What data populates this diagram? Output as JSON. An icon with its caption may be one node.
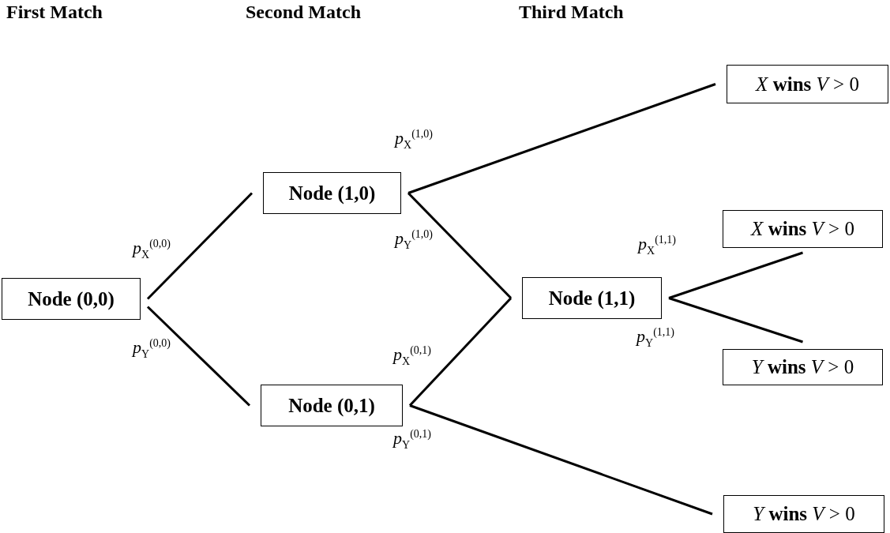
{
  "diagram": {
    "nodes": [
      {
        "text": [
          "Node (0,0)"
        ]
      },
      {
        "text": [
          "Node (1,0)"
        ]
      },
      {
        "text": [
          "Node (0,1)"
        ]
      },
      {
        "text": [
          "Node (1,1)"
        ]
      },
      {
        "text": [
          "*X* **wins** *V* > 0"
        ]
      },
      {
        "text": [
          "*X* **wins** *V* > 0"
        ]
      },
      {
        "text": [
          "*Y* **wins** *V* > 0"
        ]
      },
      {
        "text": [
          "*Y* **wins** *V* > 0"
        ]
      }
    ],
    "edges": [
      {
        "from": 0,
        "to": 1,
        "arrow": "none",
        "label": "*p*$_{X}$$^{(0,0)}$"
      },
      {
        "from": 0,
        "to": 2,
        "arrow": "none",
        "label": "*p*$_{Y}$$^{(0,0)}$"
      },
      {
        "from": 1,
        "to": 4,
        "arrow": "none",
        "label": "*p*$_{X}$$^{(1,0)}$"
      },
      {
        "from": 1,
        "to": 3,
        "arrow": "none",
        "label": "*p*$_{Y}$$^{(1,0)}$"
      },
      {
        "from": 2,
        "to": 3,
        "arrow": "none",
        "label": "*p*$_{X}$$^{(0,1)}$"
      },
      {
        "from": 2,
        "to": 7,
        "arrow": "none",
        "label": "*p*$_{Y}$$^{(0,1)}$"
      },
      {
        "from": 3,
        "to": 5,
        "arrow": "none",
        "label": "*p*$_{X}$$^{(1,1)}$"
      },
      {
        "from": 3,
        "to": 6,
        "arrow": "none",
        "label": "*p*$_{Y}$$^{(1,1)}$"
      }
    ],
    "labels": [
      "First Match",
      "Second Match",
      "Third Match"
    ]
  }
}
